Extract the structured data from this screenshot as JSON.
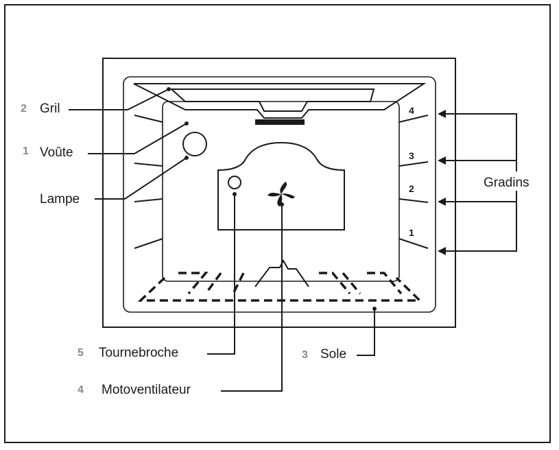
{
  "labels": {
    "gril": {
      "num": "2",
      "text": "Gril"
    },
    "voute": {
      "num": "1",
      "text": "Voûte"
    },
    "lampe": {
      "num": "",
      "text": "Lampe"
    },
    "tournebroche": {
      "num": "5",
      "text": "Tournebroche"
    },
    "motoventilateur": {
      "num": "4",
      "text": "Motoventilateur"
    },
    "sole": {
      "num": "3",
      "text": "Sole"
    },
    "gradins": {
      "text": "Gradins"
    }
  },
  "rack_levels": [
    "4",
    "3",
    "2",
    "1"
  ]
}
